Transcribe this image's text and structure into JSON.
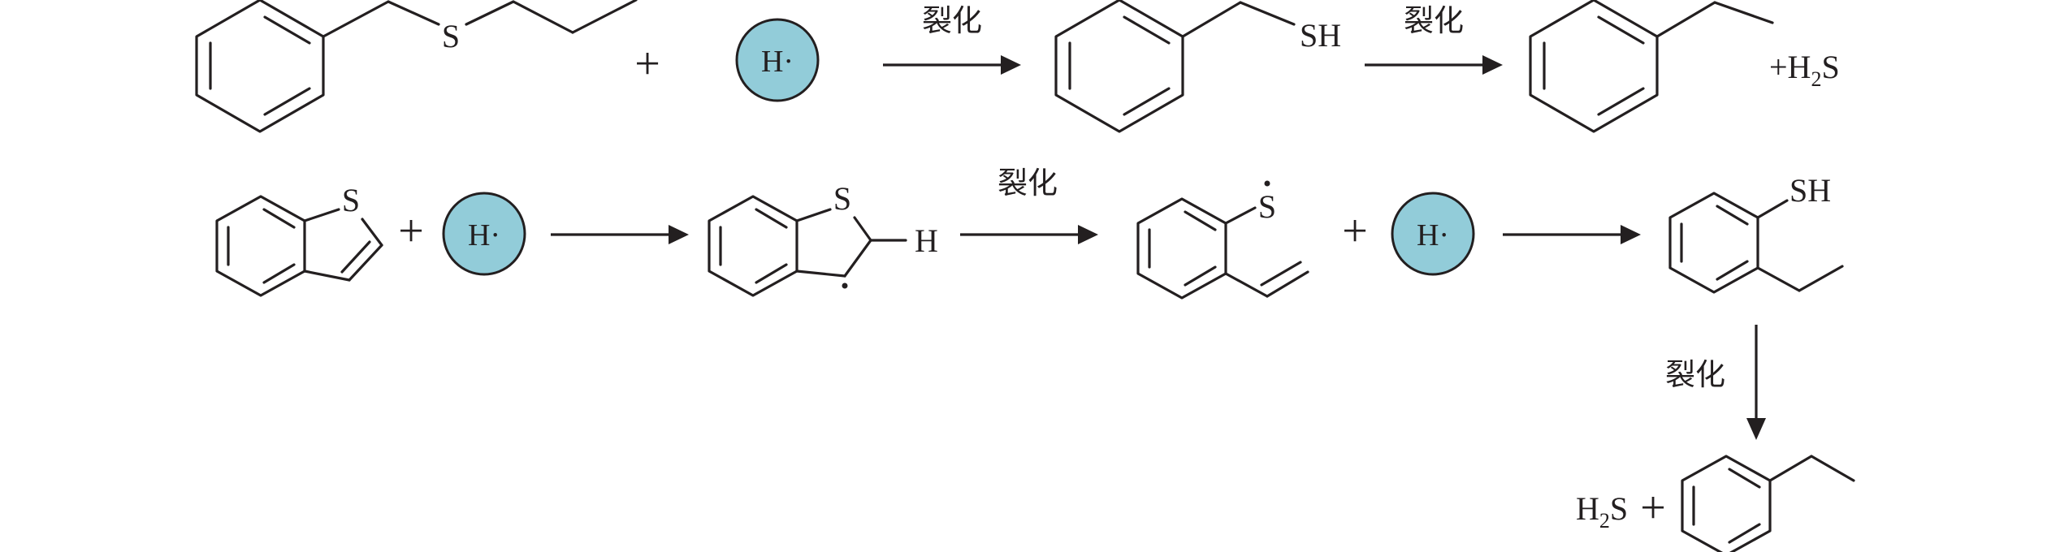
{
  "labels": {
    "sulfur": "S",
    "thiol": "SH",
    "hydrogen": "H",
    "h2s_right": "+H",
    "h2s_left": "H",
    "subscript_2": "2",
    "s_after_sub": "S",
    "plus": "+",
    "radical_label": "H·"
  },
  "conditions": {
    "row1_step1": "裂化",
    "row1_step2": "裂化",
    "row2_step2": "裂化",
    "row3_down": "裂化"
  },
  "colors": {
    "radical_fill": "#92ccd9",
    "ink": "#231f20"
  }
}
